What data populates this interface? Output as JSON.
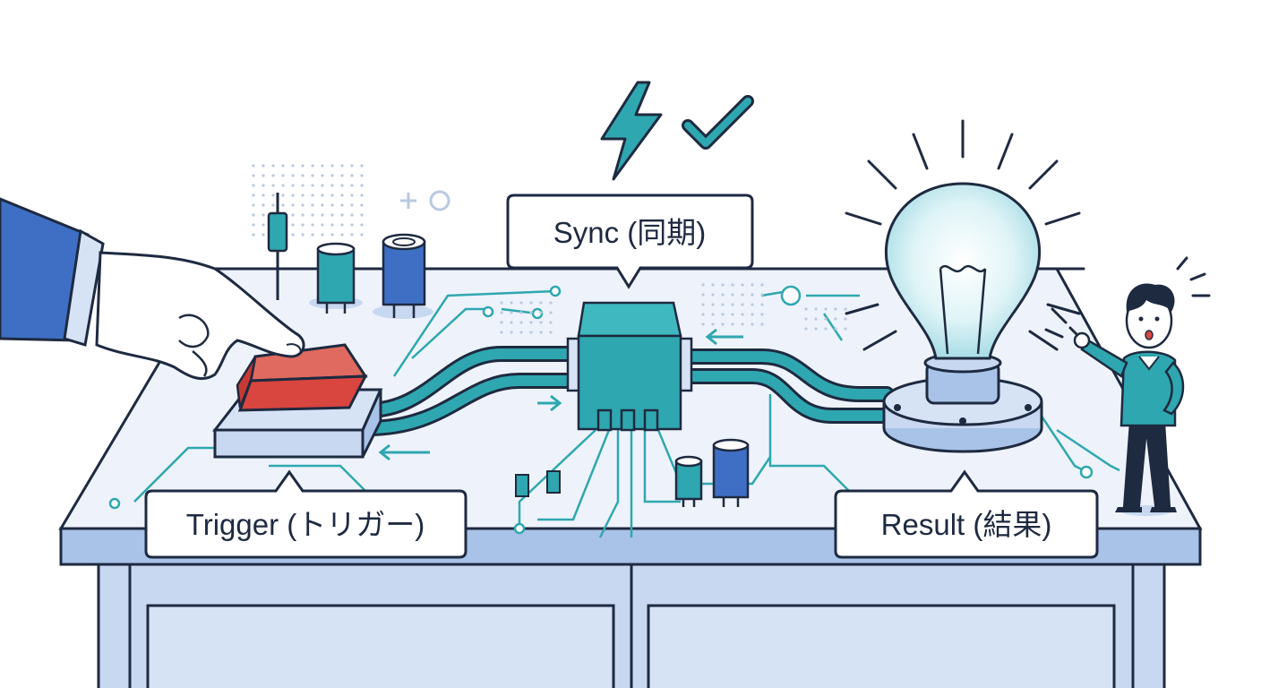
{
  "labels": {
    "trigger": "Trigger (トリガー)",
    "sync": "Sync (同期)",
    "result": "Result (結果)"
  },
  "icons": [
    "lightning-icon",
    "checkmark-icon",
    "plus-icon",
    "circle-icon"
  ],
  "colors": {
    "outline": "#1e2a40",
    "teal": "#2fa7b0",
    "teal_dark": "#1f8a93",
    "blue": "#3f6fc4",
    "light_blue": "#c8d8f0",
    "table_top": "#eef3fb",
    "button_red": "#d9453f",
    "bulb_glow": "#cfeef4"
  }
}
